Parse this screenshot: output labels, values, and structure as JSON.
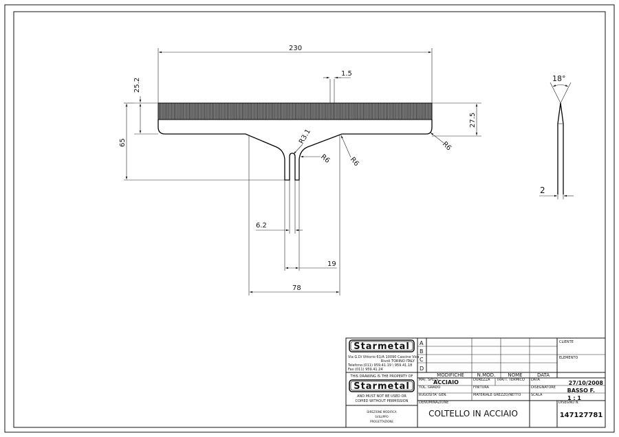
{
  "drawing": {
    "dimensions": {
      "overall_width": "230",
      "tooth_pitch": "1.5",
      "teeth_height": "25.2",
      "total_height": "65",
      "blade_height": "27.5",
      "corner_radius_right": "R6",
      "radius_slot": "R3.1",
      "radius_left": "R6",
      "radius_right": "R6",
      "slot_width": "6.2",
      "tang_width": "19",
      "base_width": "78",
      "bevel_angle": "18°",
      "thickness": "2"
    }
  },
  "title_block": {
    "logo_text": "Starmetal",
    "address": [
      "Via G.Di Vittorio 61/A  10090 Cascine Vica",
      "Rivoli TORINO ITALY",
      "Telefono:(011) 959.41.19 \\ 959.41.18",
      "Fax (011) 959.41.24"
    ],
    "property_notice": "THIS DRAWING IS THE PROPERTY OF",
    "permission_notice": [
      "AND MUST NOT BE USED OR",
      "COPIED WITHOUT PERMISSION"
    ],
    "department": [
      "DIREZIONE MODIFICA",
      "SVILUPPO",
      "PROGETTAZIONE"
    ],
    "revision_letters": [
      "A",
      "B",
      "C",
      "D"
    ],
    "revision_headers": [
      "MODIFICHE",
      "N.MOD.",
      "NOME",
      "DATA"
    ],
    "labels": {
      "client": "CLIENTE",
      "elements": "ELEMENTO",
      "material": "MAT. SPELS",
      "hardening": "DUREZZA",
      "treatment": "TRATT. TERMICO",
      "date": "DATA",
      "tolerance": "TOL. GRADO",
      "finish": "FINITURA",
      "draftsman": "DISEGNATORE",
      "surface": "RUGOSITA' GEN.",
      "material_supplied": "MATERIALE GREZZO/NETTO",
      "scale": "SCALA",
      "designation": "DENOMINAZIONE",
      "drawing_no": "DISEGNO N."
    },
    "material": "ACCIAIO",
    "date": "27/10/2008",
    "draftsman": "BASSO F.",
    "scale": "1 : 1",
    "part_name": "COLTELLO IN ACCIAIO",
    "drawing_number": "147127781"
  }
}
